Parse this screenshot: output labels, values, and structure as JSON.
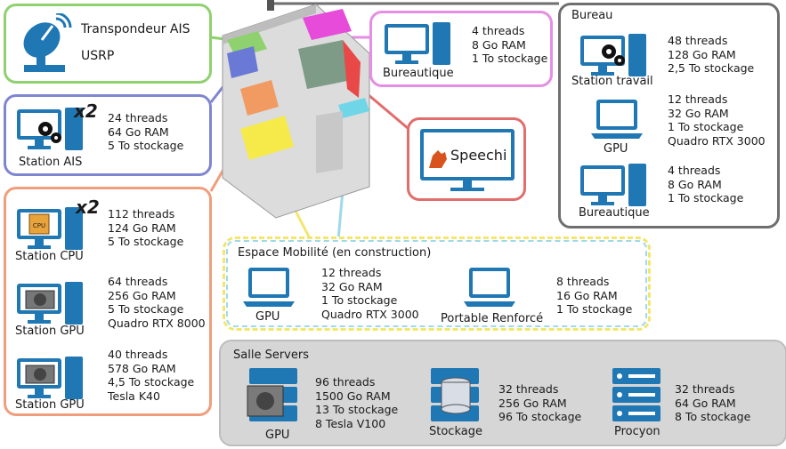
{
  "ais": {
    "line1": "Transpondeur AIS",
    "line2": "USRP"
  },
  "station_ais": {
    "label": "Station AIS",
    "mult": "x2",
    "specs": "24 threads\n64 Go RAM\n5 To stockage"
  },
  "cpu_group": {
    "mult": "x2",
    "station_cpu": {
      "label": "Station CPU",
      "chip": "CPU",
      "specs": "112 threads\n124 Go RAM\n5 To stockage"
    },
    "station_gpu_1": {
      "label": "Station GPU",
      "specs": "64 threads\n256 Go RAM\n5 To stockage\nQuadro RTX 8000"
    },
    "station_gpu_2": {
      "label": "Station GPU",
      "specs": "40 threads\n578 Go RAM\n4,5 To stockage\nTesla K40"
    }
  },
  "bureautique_top": {
    "label": "Bureautique",
    "specs": "4 threads\n8 Go RAM\n1 To stockage"
  },
  "speechi": {
    "label": "Speechi"
  },
  "bureau": {
    "title": "Bureau",
    "station_travail": {
      "label": "Station travail",
      "specs": "48 threads\n128 Go RAM\n2,5 To stockage"
    },
    "gpu": {
      "label": "GPU",
      "specs": "12 threads\n32 Go RAM\n1 To stockage\nQuadro RTX 3000"
    },
    "bureautique": {
      "label": "Bureautique",
      "specs": "4 threads\n8 Go RAM\n1 To stockage"
    }
  },
  "mobilite": {
    "title": "Espace Mobilité (en construction)",
    "gpu": {
      "label": "GPU",
      "specs": "12 threads\n32 Go RAM\n1 To stockage\nQuadro RTX 3000"
    },
    "portable": {
      "label": "Portable Renforcé",
      "specs": "8 threads\n16 Go RAM\n1 To stockage"
    }
  },
  "servers": {
    "title": "Salle Servers",
    "gpu": {
      "label": "GPU",
      "specs": "96 threads\n1500 Go RAM\n13 To stockage\n8 Tesla V100"
    },
    "stockage": {
      "label": "Stockage",
      "specs": "32 threads\n256 Go RAM\n96 To stockage"
    },
    "procyon": {
      "label": "Procyon",
      "specs": "32 threads\n64 Go RAM\n8 To stockage"
    }
  },
  "colors": {
    "green": "#8fd16f",
    "purple": "#7f86cf",
    "orange": "#ef9e7c",
    "magenta": "#e58ee3",
    "red": "#e16d6d",
    "gray": "#6f6f6f",
    "blue": "#1f77b4",
    "yellow": "#f3e66e",
    "cyan": "#9fd9ea"
  }
}
